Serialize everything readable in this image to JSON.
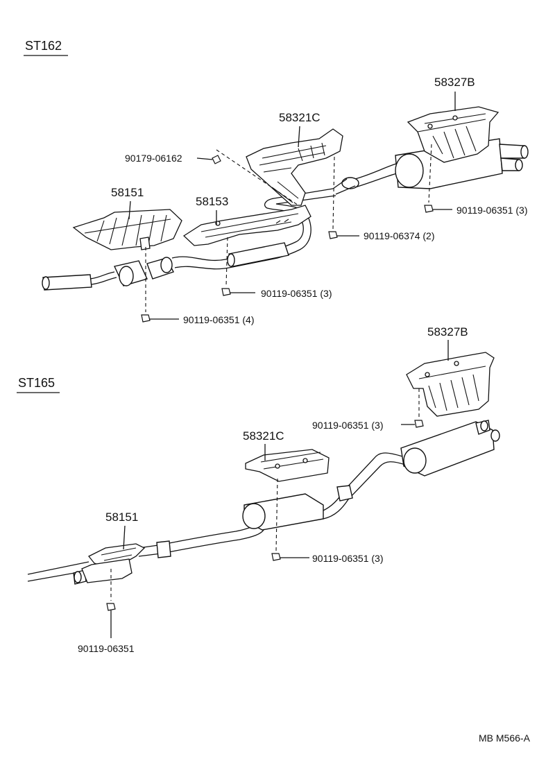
{
  "sections": {
    "st162": {
      "title": "ST162",
      "parts": {
        "p58151": "58151",
        "p58153": "58153",
        "p58321c": "58321C",
        "p58327b": "58327B"
      },
      "bolts": {
        "b1": "90179-06162",
        "b2": "90119-06374 (2)",
        "b3": "90119-06351 (3)",
        "b4": "90119-06351 (3)",
        "b5": "90119-06351 (4)"
      }
    },
    "st165": {
      "title": "ST165",
      "parts": {
        "p58327b": "58327B",
        "p58321c": "58321C",
        "p58151": "58151"
      },
      "bolts": {
        "b1": "90119-06351 (3)",
        "b2": "90119-06351 (3)",
        "b3": "90119-06351"
      }
    }
  },
  "footer": {
    "code": "MB  M566-A"
  },
  "colors": {
    "line": "#111111",
    "background": "#ffffff"
  }
}
